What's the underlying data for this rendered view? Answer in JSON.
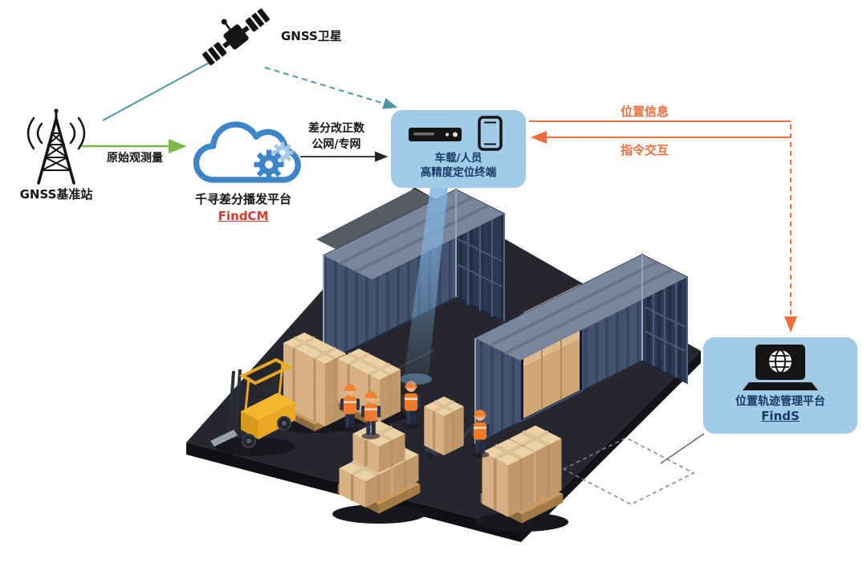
{
  "colors": {
    "accent_blue_box": "#a2cbe7",
    "cloud_blue": "#3d85c8",
    "navy_text": "#173a63",
    "red_link": "#d93a2b",
    "orange": "#ee6f3d",
    "green": "#7ab648",
    "teal": "#4d9aa4",
    "container_navy": "#44536f",
    "platform_dark": "#26272e",
    "crate_tan": "#d8b183",
    "forklift_yellow": "#f5b52f"
  },
  "satellite": {
    "label": "GNSS卫星"
  },
  "base_station": {
    "label": "GNSS基准站"
  },
  "cloud": {
    "title": "千寻差分播发平台",
    "subtitle": "FindCM"
  },
  "terminal": {
    "line1": "车载/人员",
    "line2": "高精度定位终端"
  },
  "platform": {
    "title": "位置轨迹管理平台",
    "subtitle": "FindS"
  },
  "links": {
    "raw_observation": "原始观测量",
    "correction_line1": "差分改正数",
    "correction_line2": "公网/专网",
    "position_info": "位置信息",
    "command_interaction": "指令交互"
  }
}
